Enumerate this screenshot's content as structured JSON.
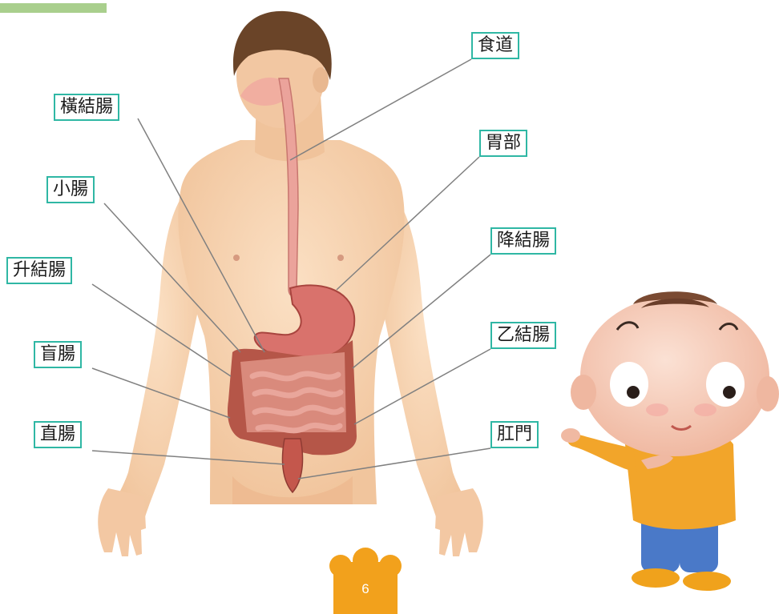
{
  "labels": {
    "esophagus": "食道",
    "stomach": "胃部",
    "transverse_colon": "橫結腸",
    "small_intestine": "小腸",
    "ascending_colon": "升結腸",
    "descending_colon": "降結腸",
    "cecum": "盲腸",
    "sigmoid_colon": "乙結腸",
    "rectum": "直腸",
    "anus": "肛門"
  },
  "page_number": "6",
  "colors": {
    "label_border": "#2fb7a4",
    "leader_line": "#808080",
    "badge": "#f2a11c",
    "top_bar": "#a9cf8d"
  }
}
